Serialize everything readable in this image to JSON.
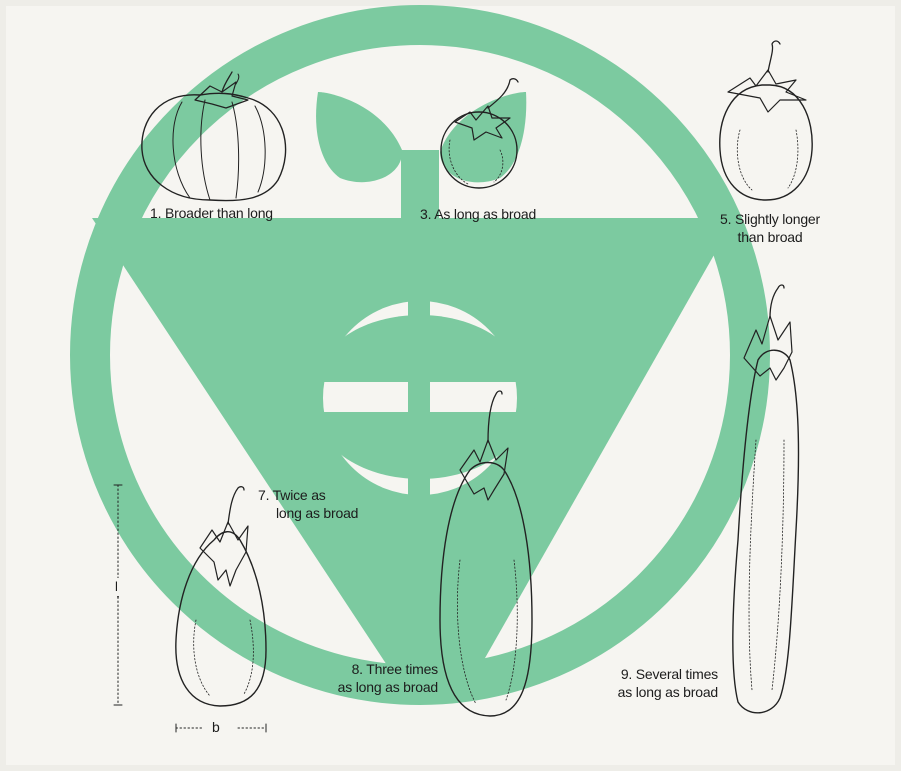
{
  "watermark": {
    "color": "#7ccaa0",
    "icon": "seedling-globe-emblem"
  },
  "ink_color": "#222222",
  "labels": {
    "fig1": "1. Broader than long",
    "fig3": "3. As long as broad",
    "fig5_line1": "5. Slightly longer",
    "fig5_line2": "than broad",
    "fig7_line1": "7. Twice as",
    "fig7_line2": "long as broad",
    "fig8_line1": "8. Three times",
    "fig8_line2": "as long as broad",
    "fig9_line1": "9. Several times",
    "fig9_line2": "as long as broad"
  },
  "dimensions": {
    "length_marker": "l",
    "breadth_marker": "b"
  }
}
